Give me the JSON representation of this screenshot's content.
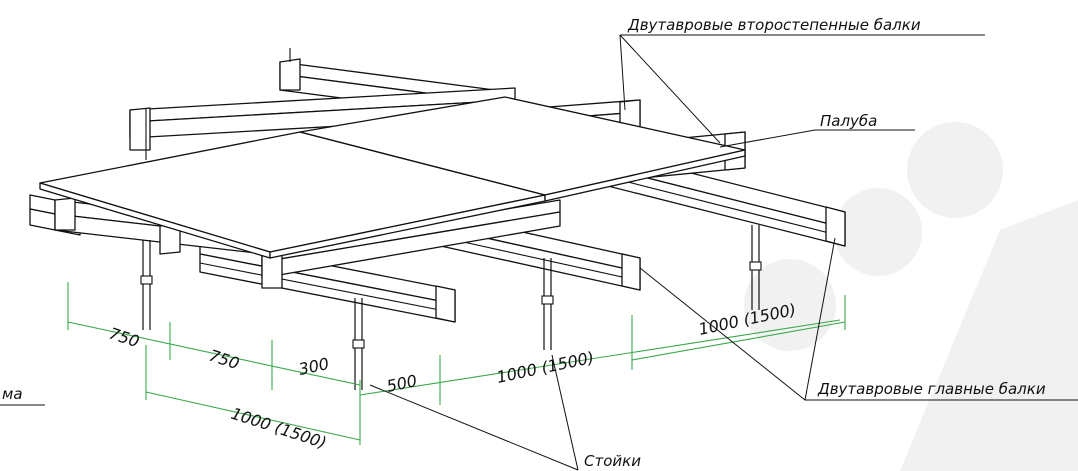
{
  "labels": {
    "secondary_beams": "Двутавровые второстепенные балки",
    "deck": "Палуба",
    "main_beams": "Двутавровые главные балки",
    "posts": "Стойки",
    "left_cut": "ма"
  },
  "dimensions": {
    "d1": "750",
    "d2": "750",
    "d3": "300",
    "d4": "500",
    "d5": "1000 (1500)",
    "d6": "1000 (1500)",
    "d7": "1000 (1500)"
  },
  "colors": {
    "dimension_lines": "#3aa84a",
    "drawing": "#111111",
    "watermark": "#e6e6e6"
  }
}
